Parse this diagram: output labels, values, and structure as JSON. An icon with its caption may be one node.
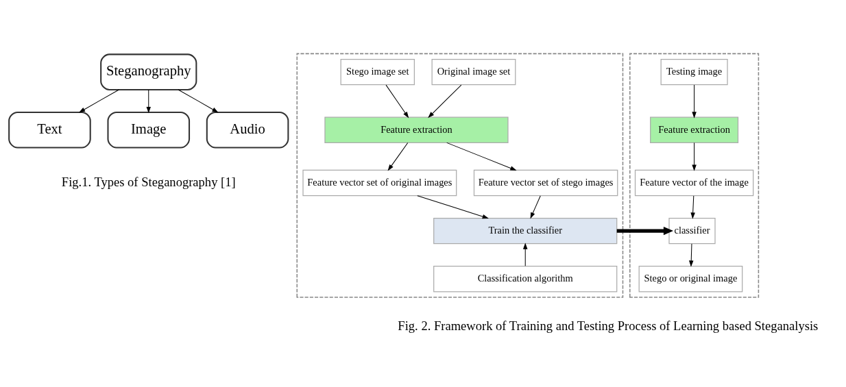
{
  "diagram": {
    "nodes": [
      {
        "text": [
          "Steganography"
        ]
      },
      {
        "text": [
          "Text"
        ]
      },
      {
        "text": [
          "Image"
        ]
      },
      {
        "text": [
          "Audio"
        ]
      },
      {
        "text": [],
        "shape": "box"
      },
      {
        "text": [
          "Original image set"
        ],
        "in": 4
      },
      {
        "text": [
          "Stego image set"
        ],
        "in": 4
      },
      {
        "text": [
          "Feature extraction"
        ],
        "in": 4
      },
      {
        "text": [
          "Feature vector set of original images"
        ],
        "in": 4
      },
      {
        "text": [
          "Feature vector set of stego images"
        ],
        "in": 4
      },
      {
        "text": [
          "Train the classifier"
        ],
        "in": 4
      },
      {
        "text": [
          "Classification algorithm"
        ],
        "in": 4
      },
      {
        "text": [],
        "shape": "box"
      },
      {
        "text": [
          "Testing image"
        ],
        "in": 12
      },
      {
        "text": [
          "Feature extraction"
        ],
        "in": 12
      },
      {
        "text": [
          "Feature vector of the image"
        ],
        "in": 12
      },
      {
        "text": [
          "classifier"
        ],
        "in": 12
      },
      {
        "text": [
          "Stego or original image"
        ],
        "in": 12
      }
    ],
    "edges": [
      {
        "from": 0,
        "to": 1,
        "arrow": "to"
      },
      {
        "from": 0,
        "to": 2,
        "arrow": "to"
      },
      {
        "from": 0,
        "to": 3,
        "arrow": "to"
      },
      {
        "from": 5,
        "to": 7,
        "arrow": "to"
      },
      {
        "from": 6,
        "to": 7,
        "arrow": "to"
      },
      {
        "from": 7,
        "to": 8,
        "arrow": "to"
      },
      {
        "from": 7,
        "to": 9,
        "arrow": "to"
      },
      {
        "from": 8,
        "to": 10,
        "arrow": "to"
      },
      {
        "from": 9,
        "to": 10,
        "arrow": "to"
      },
      {
        "from": 11,
        "to": 10,
        "arrow": "to"
      },
      {
        "from": 13,
        "to": 14,
        "arrow": "to"
      },
      {
        "from": 14,
        "to": 15,
        "arrow": "to"
      },
      {
        "from": 15,
        "to": 16,
        "arrow": "to"
      },
      {
        "from": 16,
        "to": 17,
        "arrow": "to"
      },
      {
        "from": 10,
        "to": 16,
        "arrow": "to",
        "style": "thick"
      }
    ],
    "labels": [
      "Fig.1. Types of Steganography [1]",
      "Fig. 2. Framework of Training and Testing Process of Learning based Steganalysis"
    ]
  }
}
